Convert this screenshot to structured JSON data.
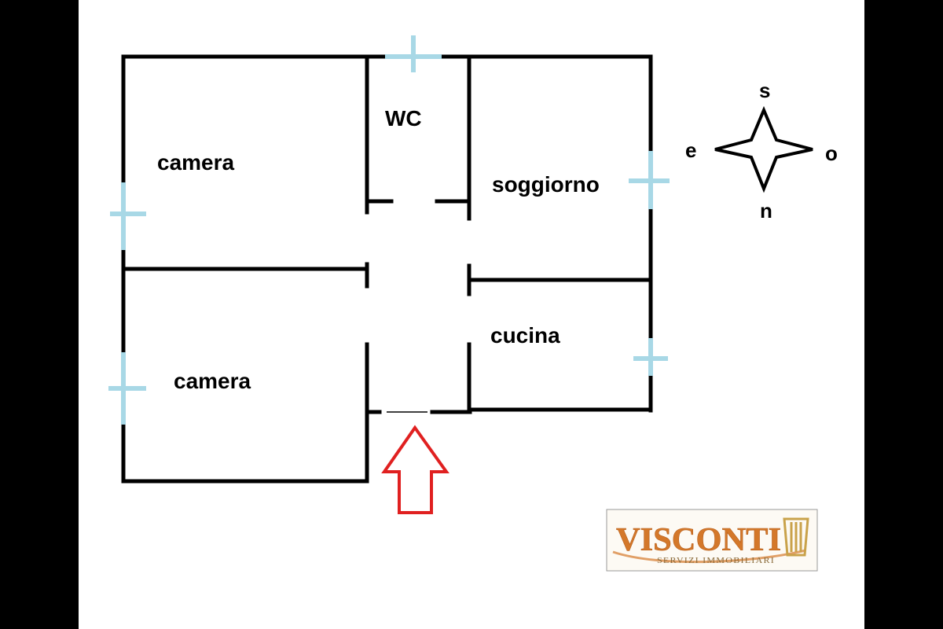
{
  "rooms": {
    "camera_top": "camera",
    "camera_bottom": "camera",
    "wc": "WC",
    "soggiorno": "soggiorno",
    "cucina": "cucina"
  },
  "compass": {
    "top": "s",
    "bottom": "n",
    "left": "e",
    "right": "o"
  },
  "logo": {
    "name": "VISCONTI",
    "tagline": "SERVIZI IMMOBILIARI"
  },
  "colors": {
    "wall": "#000000",
    "window": "#a8d8e6",
    "entrance_arrow": "#e02020",
    "logo_brand": "#d4782a",
    "logo_gold": "#c9a24a"
  }
}
